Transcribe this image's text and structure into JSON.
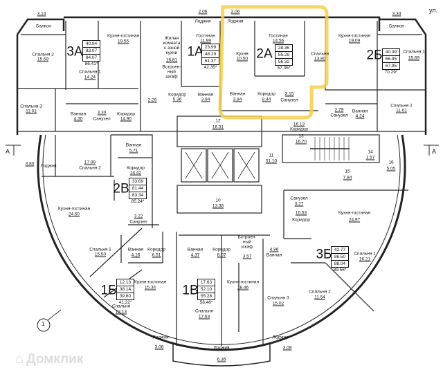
{
  "street_label": "ул.",
  "section_marker": "А",
  "axis_marker": "1",
  "watermark": "Домклик",
  "highlight_color": "#f5d04a",
  "apartments": [
    {
      "code": "3А",
      "areas": [
        "40.94",
        "83.07",
        "84.07",
        "86.41*"
      ]
    },
    {
      "code": "1А",
      "areas": [
        "23.99",
        "48.29",
        "61.37",
        "42.35*"
      ]
    },
    {
      "code": "2А",
      "areas": [
        "28.36",
        "55.29",
        "56.32",
        "57.35*"
      ]
    },
    {
      "code": "2Б",
      "areas": [
        "40.39",
        "66.95",
        "67.95",
        "70.29*"
      ]
    },
    {
      "code": "2В",
      "areas": [
        "33.69",
        "81.44",
        "83.34",
        "85.24*"
      ]
    },
    {
      "code": "3Б",
      "areas": [
        "42.77",
        "86.50",
        "88.04",
        "89.56*"
      ]
    },
    {
      "code": "1Б",
      "areas": [
        "12.13",
        "38.14",
        "39.60",
        "41.22*"
      ]
    },
    {
      "code": "1В",
      "areas": [
        "17.63",
        "52.10",
        "55.28",
        "58.46*"
      ]
    }
  ],
  "rooms": [
    {
      "name": "Балкон",
      "area": "3.14"
    },
    {
      "name": "Лоджия",
      "area": "2.06"
    },
    {
      "name": "Лоджия",
      "area": "2.06"
    },
    {
      "name": "Балкон",
      "area": "3.34"
    },
    {
      "name": "Кухня-гостиная",
      "area": "19.55"
    },
    {
      "name": "Спальня 2",
      "area": "15.69"
    },
    {
      "name": "Спальня 1",
      "area": "14.24"
    },
    {
      "name": "Жилая\nкомната\nс зоной\nкухни",
      "area": "16.81"
    },
    {
      "name": "Встроен-\nный\nшкаф",
      "area": ""
    },
    {
      "name": "Гостиная",
      "area": "11.99"
    },
    {
      "name": "Коридор",
      "area": "5.36"
    },
    {
      "name": "Ванная",
      "area": "3.84"
    },
    {
      "name": "",
      "area": "2.29"
    },
    {
      "name": "Спальня 3",
      "area": "11.01"
    },
    {
      "name": "Ванная",
      "area": "4.30"
    },
    {
      "name": "Санузел",
      "area": "3.30"
    },
    {
      "name": "Коридор",
      "area": "14.90"
    },
    {
      "name": "Кухня",
      "area": "10.50"
    },
    {
      "name": "Гостиная",
      "area": "14.56"
    },
    {
      "name": "Спальня",
      "area": "13.80"
    },
    {
      "name": "Ванная",
      "area": "3.84"
    },
    {
      "name": "Коридор",
      "area": "9.44"
    },
    {
      "name": "Санузел",
      "area": "3.15"
    },
    {
      "name": "Коридор",
      "area": "16.13"
    },
    {
      "name": "Кухня-гостиная",
      "area": "19.09"
    },
    {
      "name": "Спальня 1",
      "area": "15.69"
    },
    {
      "name": "Спальня 2",
      "area": "11.01"
    },
    {
      "name": "Санузел",
      "area": "2.79"
    },
    {
      "name": "Ванная",
      "area": "4.24"
    },
    {
      "name": "12",
      "area": "16.31"
    },
    {
      "name": "11",
      "area": "51.10"
    },
    {
      "name": "10",
      "area": "13.36"
    },
    {
      "name": "13",
      "area": "16.70"
    },
    {
      "name": "14",
      "area": "1.57"
    },
    {
      "name": "16",
      "area": "5.05"
    },
    {
      "name": "15",
      "area": "7.84"
    },
    {
      "name": "Спальня 2",
      "area": "17.99"
    },
    {
      "name": "Ванная",
      "area": "5.71"
    },
    {
      "name": "Коридор",
      "area": "14.42"
    },
    {
      "name": "Кухня-гостиная",
      "area": "24.60"
    },
    {
      "name": "Санузел",
      "area": "3.22"
    },
    {
      "name": "Лоджия",
      "area": "3.80"
    },
    {
      "name": "Санузел",
      "area": "3.27"
    },
    {
      "name": "Коридор",
      "area": "10.53"
    },
    {
      "name": "Кухня-гостиная",
      "area": "24.97"
    },
    {
      "name": "Спальня 1",
      "area": "16.21"
    },
    {
      "name": "Спальня 1",
      "area": "15.50"
    },
    {
      "name": "Ванная",
      "area": "4.16"
    },
    {
      "name": "Коридор",
      "area": "6.51"
    },
    {
      "name": "Ванная",
      "area": "4.37"
    },
    {
      "name": "Коридор",
      "area": "8.07"
    },
    {
      "name": "Встроен-\nный\nшкаф",
      "area": "3.57"
    },
    {
      "name": "Ванная",
      "area": "4.96"
    },
    {
      "name": "Спальня",
      "area": "12.13"
    },
    {
      "name": "Кухня-гостиная",
      "area": "15.34"
    },
    {
      "name": "Спальня",
      "area": "17.63"
    },
    {
      "name": "Кухня-гостиная",
      "area": "18.46"
    },
    {
      "name": "Спальня 3",
      "area": "15.02"
    },
    {
      "name": "Спальня 2",
      "area": "11.54"
    },
    {
      "name": "Лоджия",
      "area": "3.08"
    },
    {
      "name": "Лоджия",
      "area": "6.36"
    },
    {
      "name": "Лоджия",
      "area": "3.08"
    }
  ]
}
